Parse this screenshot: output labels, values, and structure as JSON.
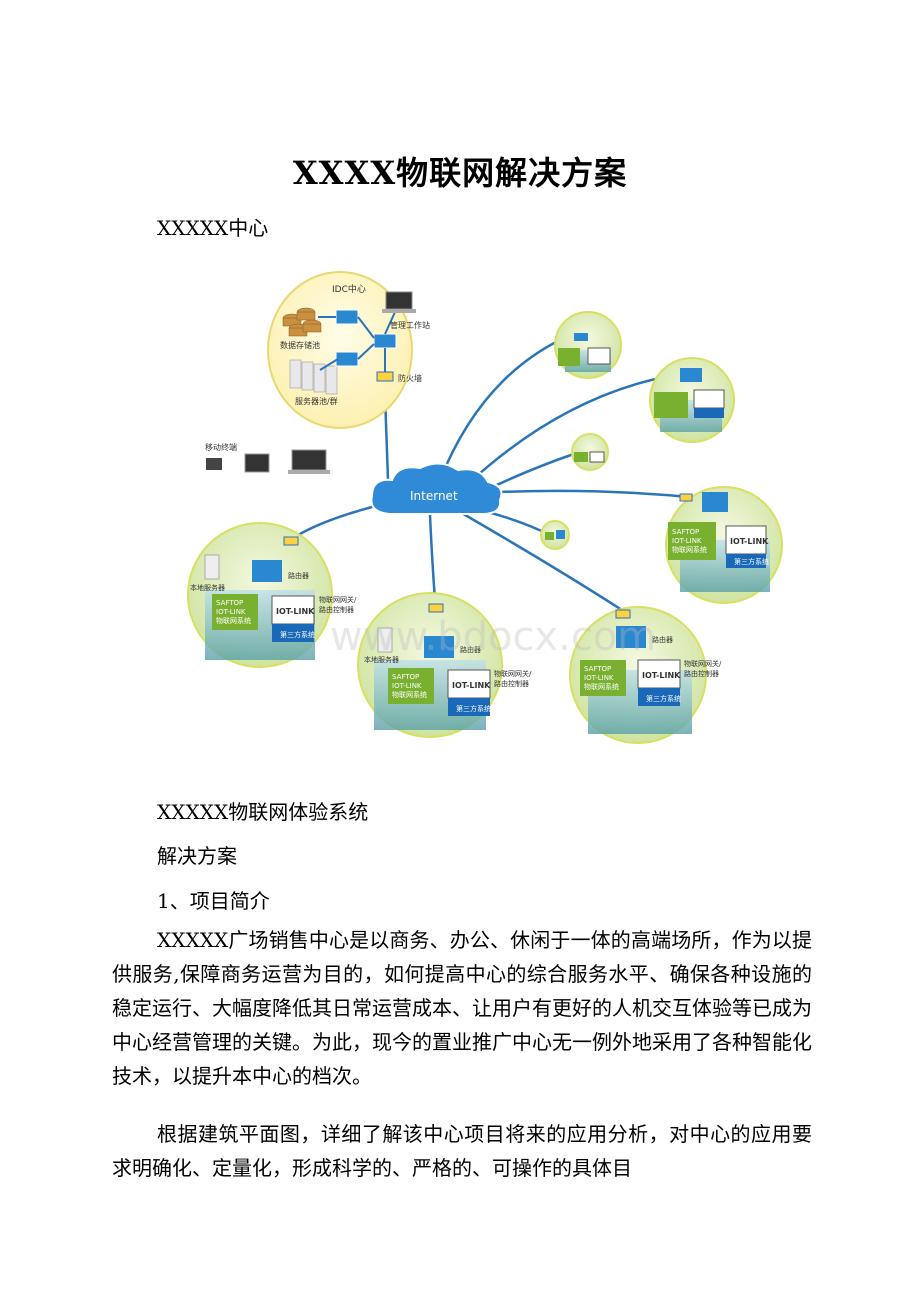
{
  "doc": {
    "title": "XXXX物联网解决方案",
    "subtitle": "XXXXX中心",
    "heading1": "XXXXX物联网体验系统",
    "heading2": "解决方案",
    "section1": "1、项目简介",
    "para1": "XXXXX广场销售中心是以商务、办公、休闲于一体的高端场所，作为以提供服务,保障商务运营为目的，如何提高中心的综合服务水平、确保各种设施的稳定运行、大幅度降低其日常运营成本、让用户有更好的人机交互体验等已成为中心经营管理的关键。为此，现今的置业推广中心无一例外地采用了各种智能化技术，以提升本中心的档次。",
    "para2": "根据建筑平面图，详细了解该中心项目将来的应用分析，对中心的应用要求明确化、定量化，形成科学的、严格的、可操作的具体目"
  },
  "diagram": {
    "idc_title": "IDC中心",
    "storage": "数据存储池",
    "servers": "服务器池/群",
    "mgmt": "管理工作站",
    "firewall": "防火墙",
    "mobile": "移动终端",
    "internet": "Internet",
    "router": "路由器",
    "local_server": "本地服务器",
    "gateway": "物联网网关/",
    "gateway2": "路由控制器",
    "saftop1": "SAFTOP",
    "saftop2": "IOT-LINK",
    "saftop3": "物联网系统",
    "iotlink": "IOT-LINK",
    "third": "第三方系统",
    "watermark": "www.bdocx.com"
  },
  "colors": {
    "link": "#2a74b8",
    "circle": "#e6f0c0",
    "circle_edge": "#d8e060",
    "idc": "#fff6c8"
  }
}
